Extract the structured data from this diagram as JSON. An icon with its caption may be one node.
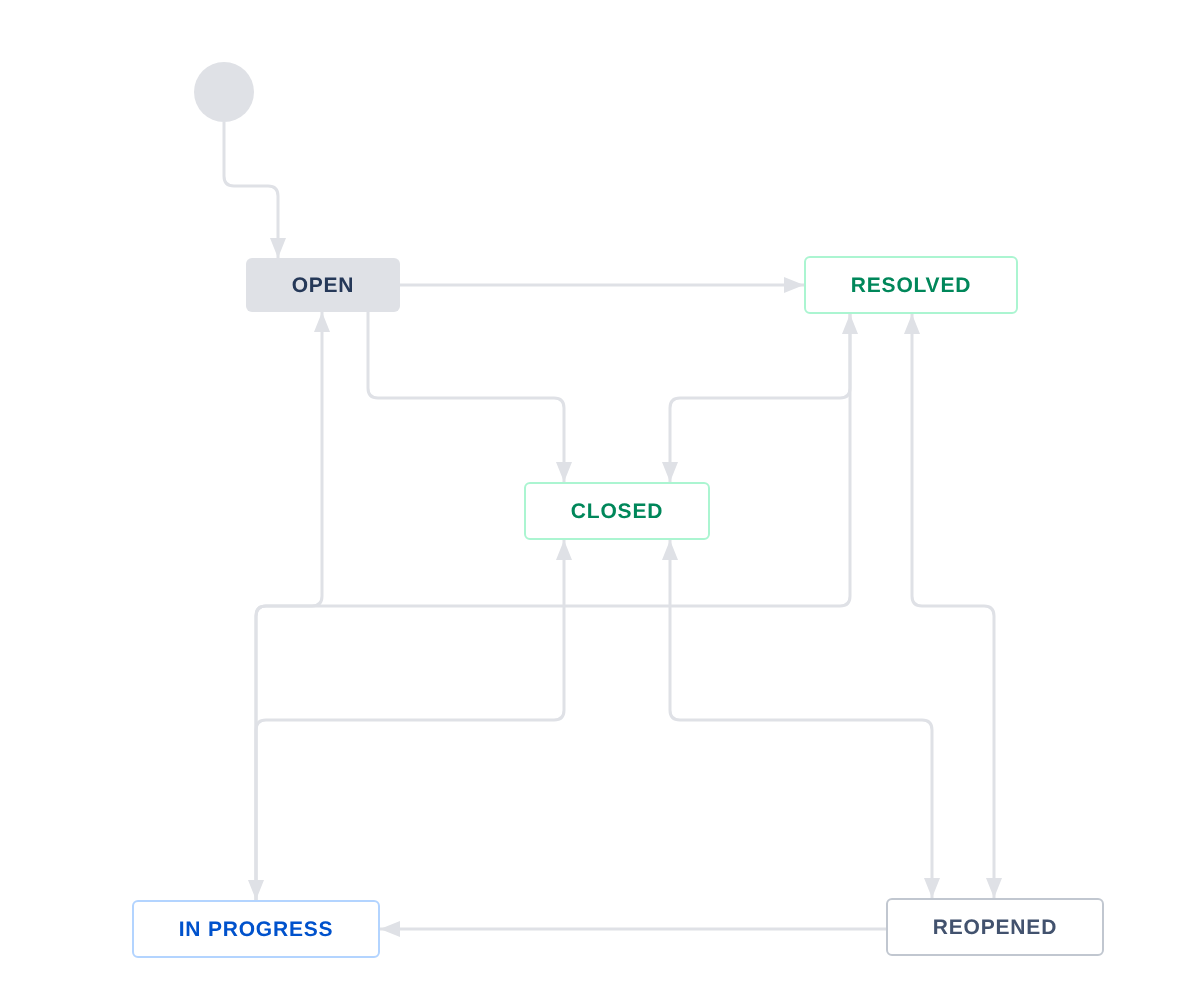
{
  "diagram": {
    "nodes": [
      {
        "text": [],
        "shape": "circle"
      },
      {
        "text": [
          "OPEN"
        ]
      },
      {
        "text": [
          "RESOLVED"
        ]
      },
      {
        "text": [
          "CLOSED"
        ]
      },
      {
        "text": [
          "IN PROGRESS"
        ]
      },
      {
        "text": [
          "REOPENED"
        ]
      }
    ],
    "edges": [
      {
        "from": 0,
        "to": 1,
        "arrow": "to"
      },
      {
        "from": 1,
        "to": 2,
        "arrow": "to"
      },
      {
        "from": 1,
        "to": 3,
        "arrow": "to"
      },
      {
        "from": 2,
        "to": 3,
        "arrow": "to"
      },
      {
        "from": 1,
        "to": 4,
        "arrow": "both"
      },
      {
        "from": 4,
        "to": 2,
        "arrow": "to"
      },
      {
        "from": 4,
        "to": 3,
        "arrow": "to"
      },
      {
        "from": 3,
        "to": 5,
        "arrow": "both"
      },
      {
        "from": 2,
        "to": 5,
        "arrow": "both"
      },
      {
        "from": 5,
        "to": 4,
        "arrow": "to"
      }
    ]
  }
}
